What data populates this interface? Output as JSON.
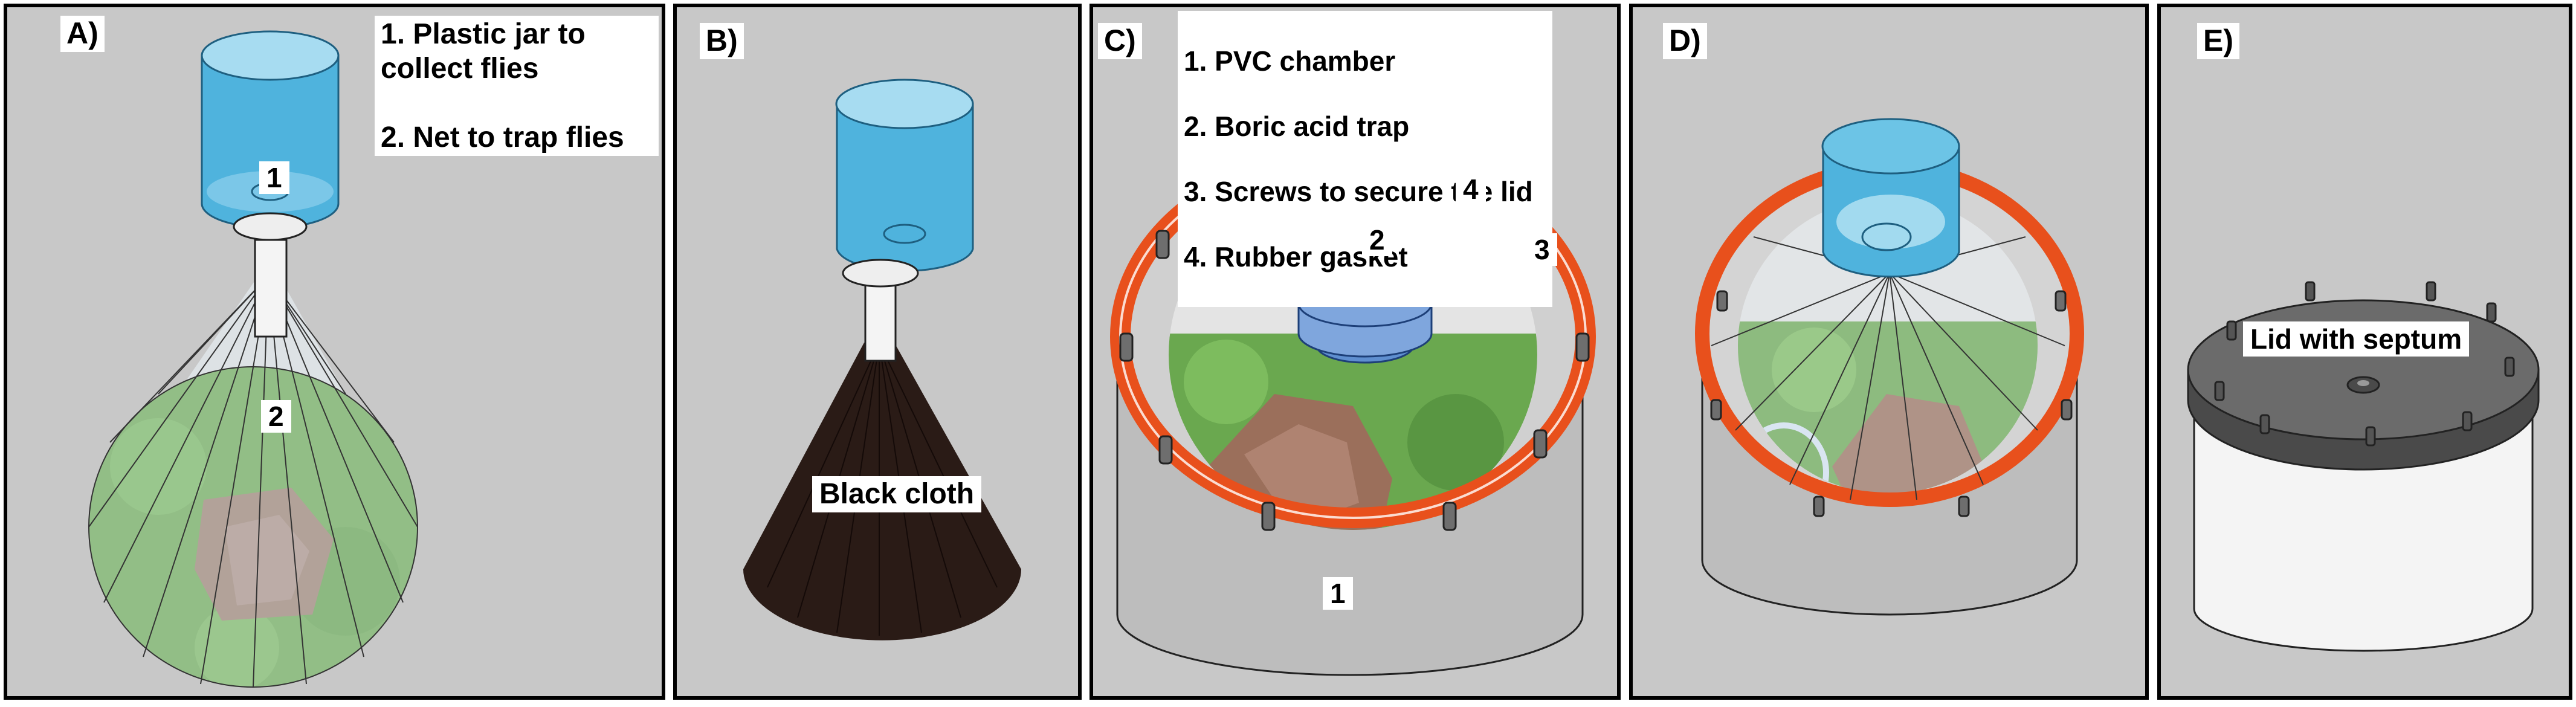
{
  "panels": {
    "a": {
      "letter": "A)",
      "legend": "1. Plastic jar to\ncollect flies\n\n2. Net to trap flies",
      "label_1": "1",
      "label_2": "2"
    },
    "b": {
      "letter": "B)",
      "cloth_label": "Black cloth"
    },
    "c": {
      "letter": "C)",
      "legend_lines": [
        "1. PVC chamber",
        "2. Boric acid trap",
        "3. Screws to secure the lid",
        "4. Rubber gasket"
      ],
      "label_1": "1",
      "label_2": "2",
      "label_3": "3",
      "label_4": "4"
    },
    "d": {
      "letter": "D)"
    },
    "e": {
      "letter": "E)",
      "lid_label": "Lid with septum"
    }
  },
  "colors": {
    "panel_bg": "#c8c8c8",
    "jar_blue": "#4fb3dd",
    "grass_green": "#6aa84f",
    "gasket_orange": "#e8501c",
    "pvc_grey": "#bdbdbd",
    "black_cloth": "#2a1b16",
    "lid_dark": "#5a5a5a"
  }
}
